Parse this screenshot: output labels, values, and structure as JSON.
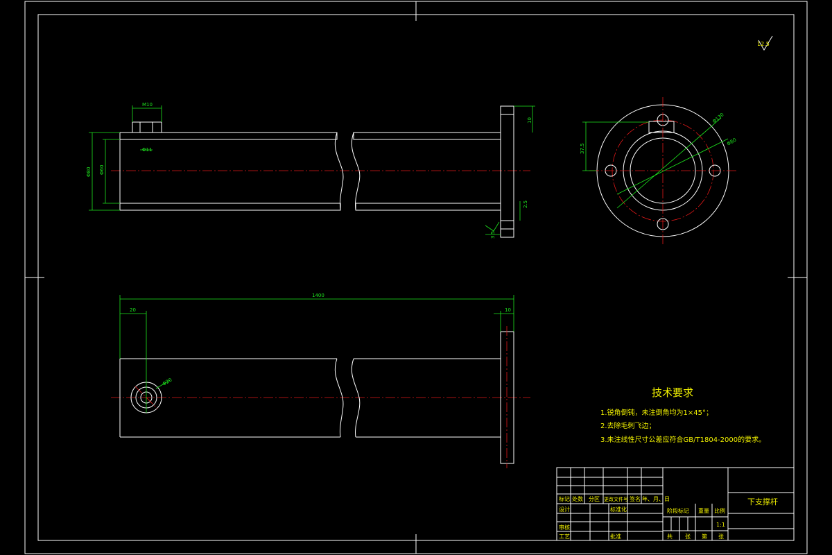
{
  "dimensions": {
    "top_m10": "M10",
    "top_d11": "Φ11",
    "outer_dia": "Φ80",
    "inner_dia": "Φ60",
    "flange_thick_top": "10",
    "flange_chamfer": "2.5",
    "weld": "3.5",
    "roughness": "12.5",
    "end_pcd": "37.5",
    "end_d130": "Φ130",
    "end_d80": "Φ80",
    "length": "1400",
    "hole_pos": "20",
    "flange_thick": "10",
    "boss_dia": "Φ20"
  },
  "tech_requirements": {
    "title": "技术要求",
    "items": [
      "1.锐角倒钝，未注倒角均为1×45°；",
      "2.去除毛刺飞边；",
      "3.未注线性尺寸公差应符合GB/T1804-2000的要求。"
    ]
  },
  "title_block": {
    "part_name": "下支撑杆",
    "scale_label": "比例",
    "scale_value": "1:1",
    "weight_label": "重量",
    "stage_label": "阶段标记",
    "header_cols": [
      "标记",
      "处数",
      "分区",
      "更改文件号",
      "签名",
      "年、月、日"
    ],
    "designer": "设计",
    "standardize": "标准化",
    "review": "审核",
    "process": "工艺",
    "approve": "批准",
    "sheet_row": [
      "共",
      "张",
      "第",
      "张"
    ]
  },
  "colors": {
    "background": "#000000",
    "outline": "#ffffff",
    "dimension": "#1ee81e",
    "centerline": "#e01818",
    "text": "#f0f000"
  }
}
